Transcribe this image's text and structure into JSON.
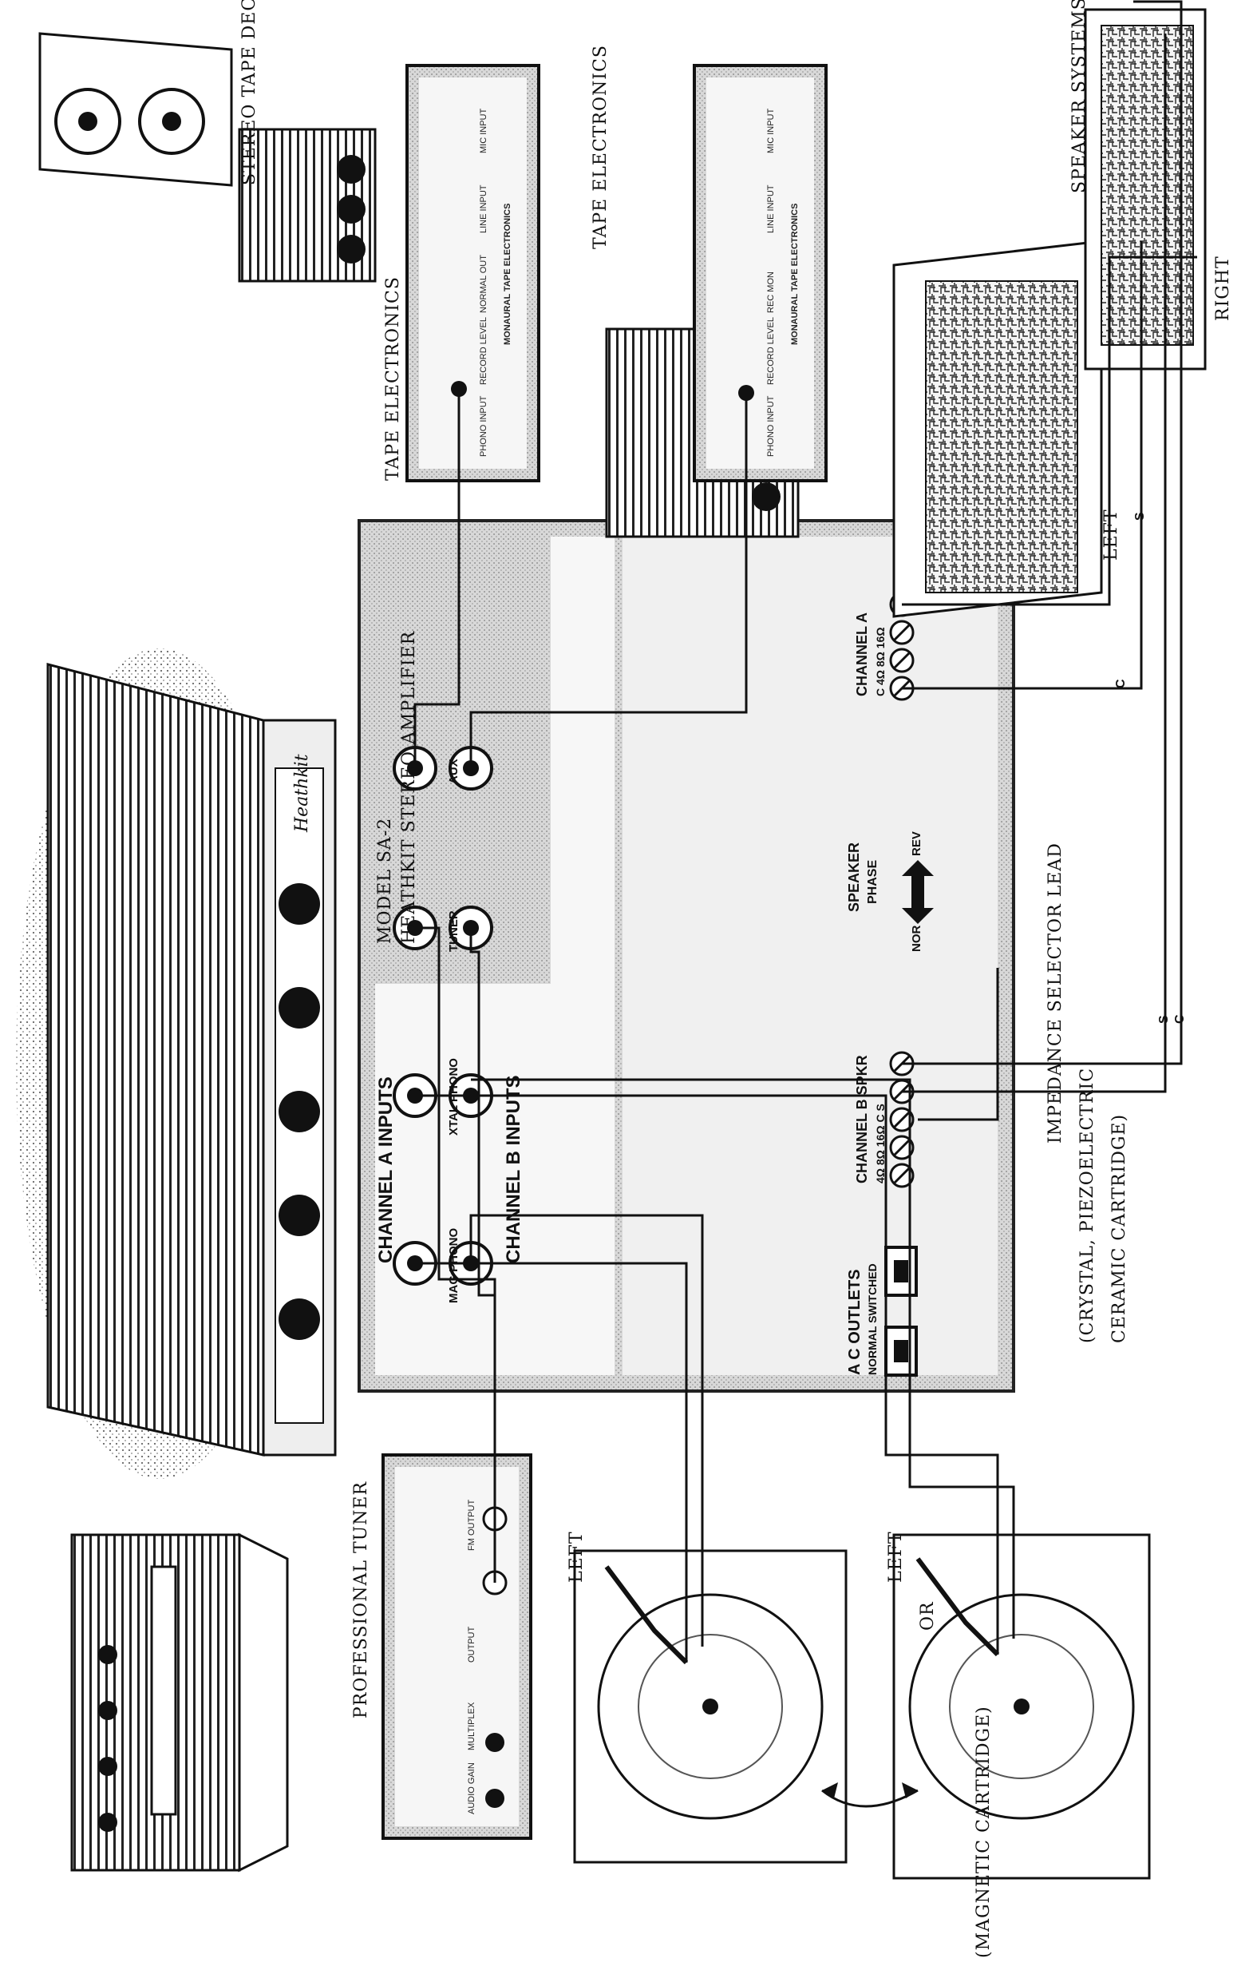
{
  "captions": {
    "professional_tuner": "PROFESSIONAL TUNER",
    "model": "MODEL SA-2",
    "amplifier": "HEATHKIT STEREO AMPLIFIER",
    "tape_electronics_left": "TAPE ELECTRONICS",
    "tape_electronics_right": "TAPE ELECTRONICS",
    "stereo_tape_deck": "STEREO TAPE DECK",
    "speaker_systems": "SPEAKER SYSTEMS",
    "left_speaker": "LEFT",
    "right_speaker": "RIGHT",
    "impedance_lead": "IMPEDANCE SELECTOR LEAD",
    "crystal_line1": "(CRYSTAL, PIEZOELECTRIC",
    "crystal_line2": "CERAMIC CARTRIDGE)",
    "magnetic": "(MAGNETIC CARTRIDGE)",
    "or": "OR",
    "left_turntable_top": "LEFT",
    "left_turntable_bottom": "LEFT"
  },
  "panel": {
    "channel_a_inputs": "CHANNEL A INPUTS",
    "channel_b_inputs": "CHANNEL B INPUTS",
    "mag_phono": "MAG PHONO",
    "xtal_phono": "XTAL PHONO",
    "tuner": "TUNER",
    "aux": "AUX",
    "ac_outlets": "A C OUTLETS",
    "normal_switched": "NORMAL SWITCHED",
    "channel_b_spkr": "CHANNEL B SPKR",
    "channel_b_taps": "4Ω 8Ω 16Ω C S",
    "speaker_phase": "SPEAKER",
    "phase": "PHASE",
    "nor": "NOR",
    "rev": "REV",
    "channel_a": "CHANNEL A",
    "channel_a_taps": "C 4Ω 8Ω 16Ω"
  },
  "wires": {
    "s_top": "S",
    "c_top": "C",
    "s_bottom": "S",
    "c_bottom": "C"
  },
  "tape_panel": {
    "phono_input": "PHONO INPUT",
    "record_level": "RECORD LEVEL",
    "normal_out": "NORMAL OUT",
    "rec_mon": "REC MON",
    "line_input": "LINE INPUT",
    "mic_input": "MIC INPUT",
    "brand": "MONAURAL TAPE ELECTRONICS"
  },
  "tuner_panel": {
    "audio_gain": "AUDIO GAIN",
    "multiplex": "MULTIPLEX",
    "output": "OUTPUT",
    "fm_output": "FM OUTPUT"
  }
}
